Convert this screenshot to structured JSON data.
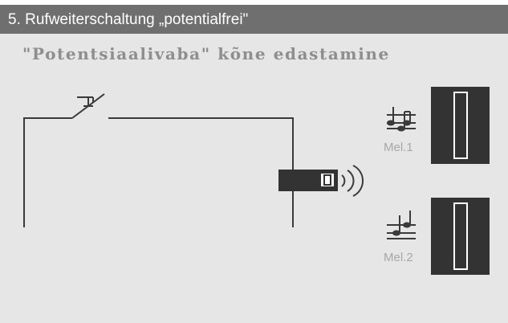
{
  "header": {
    "title": "5. Rufweiterschaltung „potentialfrei\"",
    "accent": "#6f6f6f"
  },
  "subtitle": "\"Potentsiaalivaba\" kõne edastamine",
  "diagram": {
    "elements": [
      "push-button-switch",
      "wiring",
      "call-forwarding-module",
      "sound-waves-icon",
      "melody-icon",
      "door-station-panel"
    ],
    "melodies": [
      {
        "label": "Mel.1",
        "icon": "music-notes-icon"
      },
      {
        "label": "Mel.2",
        "icon": "music-notes-icon"
      }
    ]
  },
  "colors": {
    "background": "#e6e6e6",
    "line": "#3a3a3a",
    "panel": "#333333",
    "label": "#a7a7a7"
  }
}
